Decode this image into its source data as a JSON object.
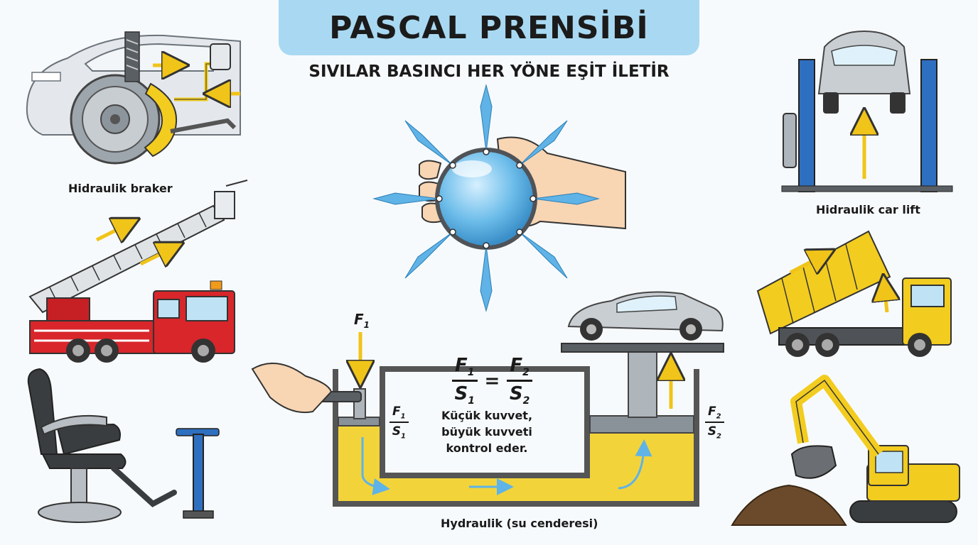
{
  "title": "PASCAL PRENSİBİ",
  "subtitle": "SIVILAR BASINCI HER YÖNE EŞİT İLETİR",
  "labels": {
    "brake": "Hidraulik braker",
    "car_lift": "Hidraulik car lift",
    "press": "Hydraulik (su cenderesi)"
  },
  "formula": {
    "f1": "F",
    "f1_sub": "1",
    "s1": "S",
    "s1_sub": "1",
    "f2": "F",
    "f2_sub": "2",
    "s2": "S",
    "s2_sub": "2",
    "equals": "="
  },
  "force_left": {
    "f": "F",
    "sub": "1"
  },
  "note": [
    "Küçük kuvvet,",
    "büyük kuvveti",
    "kontrol eder."
  ],
  "colors": {
    "banner": "#a9d9f2",
    "water": "#5fb3e6",
    "oil": "#f2d43a",
    "metal": "#8a9299",
    "arrow": "#f0c419",
    "firetruck": "#d8262b",
    "lift_post": "#2f6fbf",
    "truck": "#f2cc1f"
  },
  "icons": [
    "car-brake-icon",
    "fire-truck-ladder-icon",
    "barber-chair-icon",
    "hand-pump-icon",
    "water-sphere-icon",
    "hydraulic-press-icon",
    "car-lift-icon",
    "dump-truck-icon",
    "excavator-icon"
  ]
}
